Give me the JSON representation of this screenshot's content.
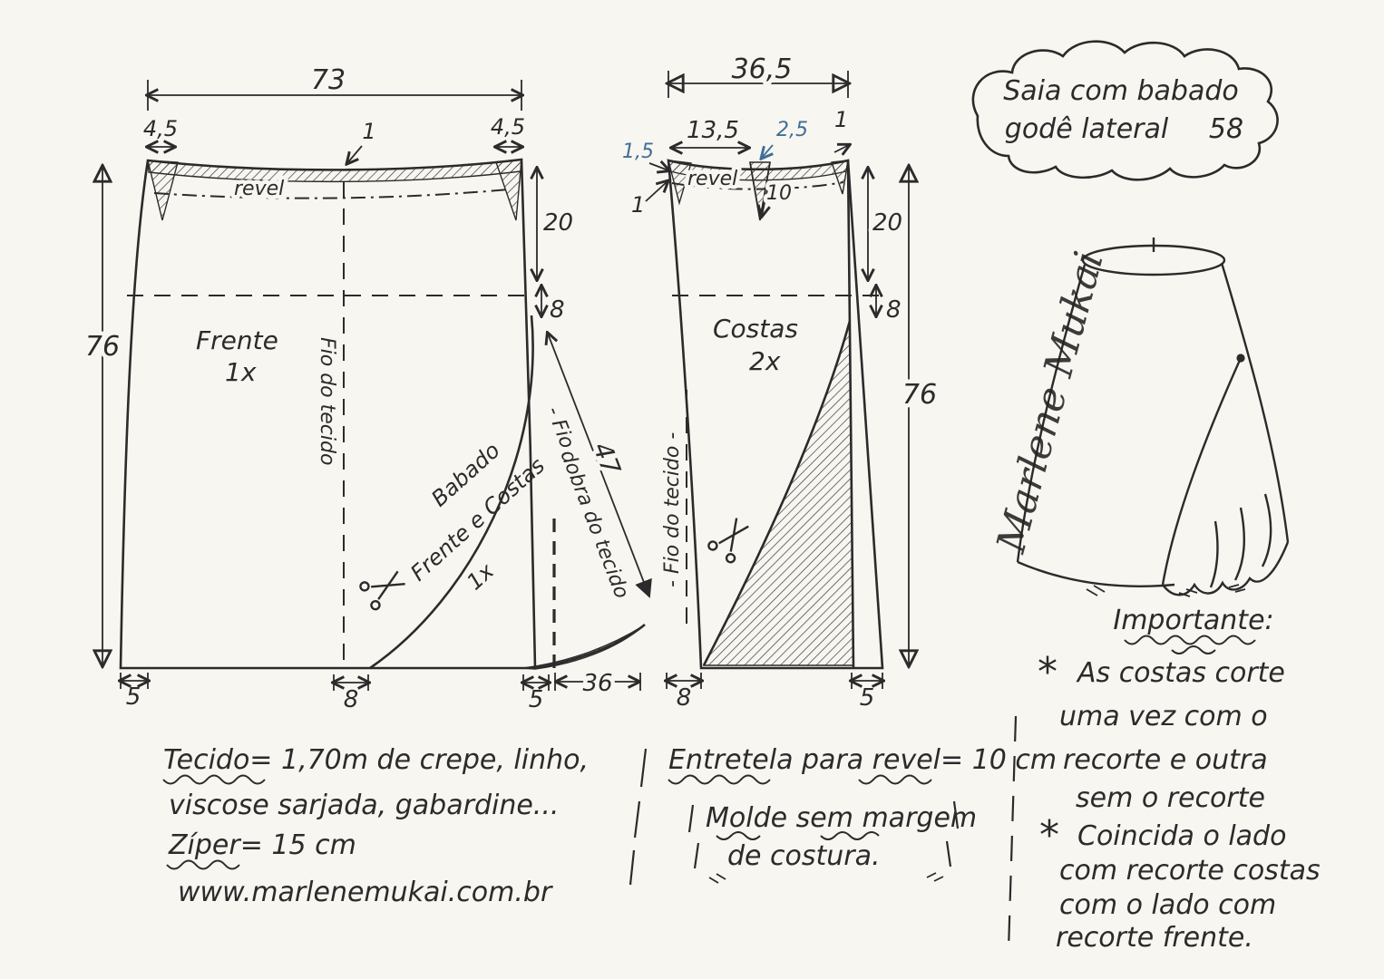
{
  "colors": {
    "paper": "#f8f6f1",
    "ink": "#2b2b2b",
    "blue_ink": "#3f6f98"
  },
  "cloud": {
    "line1": "Saia com babado",
    "line2": "godê lateral",
    "number": "58"
  },
  "front": {
    "width": "73",
    "height": "76",
    "dart_left": "4,5",
    "notch": "1",
    "dart_right": "4,5",
    "facing": "revel",
    "facing_depth": "20",
    "hip_gap": "8",
    "label": "Frente",
    "cut": "1x",
    "grainline": "Fio do tecido",
    "ruffle_l1": "Babado",
    "ruffle_l2": "Frente e Costas",
    "ruffle_l3": "1x",
    "ruffle_len": "47",
    "fold_fio": "- Fio",
    "fold_text": "dobra do tecido",
    "bottom_left": "5",
    "bottom_center": "8",
    "bottom_right": "5",
    "ruffle_width": "36"
  },
  "back": {
    "width": "36,5",
    "waist_segment": "13,5",
    "dart_width": "2,5",
    "side_in": "1,5",
    "one_left": "1",
    "one_right": "1",
    "dart_depth": "10",
    "facing": "revel",
    "facing_depth": "20",
    "hip_gap": "8",
    "label": "Costas",
    "cut": "2x",
    "height": "76",
    "grainline": "- Fio do tecido -",
    "bottom_left": "8",
    "bottom_right": "5"
  },
  "signature": "Marlene Mukai",
  "sidebar": {
    "title": "Importante:",
    "bullet": "*",
    "n1l1": "As costas corte",
    "n1l2": "uma vez com o",
    "n1l3": "recorte e outra",
    "n1l4": "sem o recorte",
    "n2l1": "Coincida o lado",
    "n2l2": "com recorte costas",
    "n2l3": "com o lado com",
    "n2l4": "recorte frente."
  },
  "materials": {
    "l1": "Tecido= 1,70m de crepe, linho,",
    "l2": "viscose sarjada, gabardine...",
    "l3": "Zíper= 15 cm",
    "site": "www.marlenemukai.com.br"
  },
  "interfacing": {
    "l1": "Entretela para revel= 10 cm",
    "l2": "Molde sem margem",
    "l3": "de costura."
  }
}
